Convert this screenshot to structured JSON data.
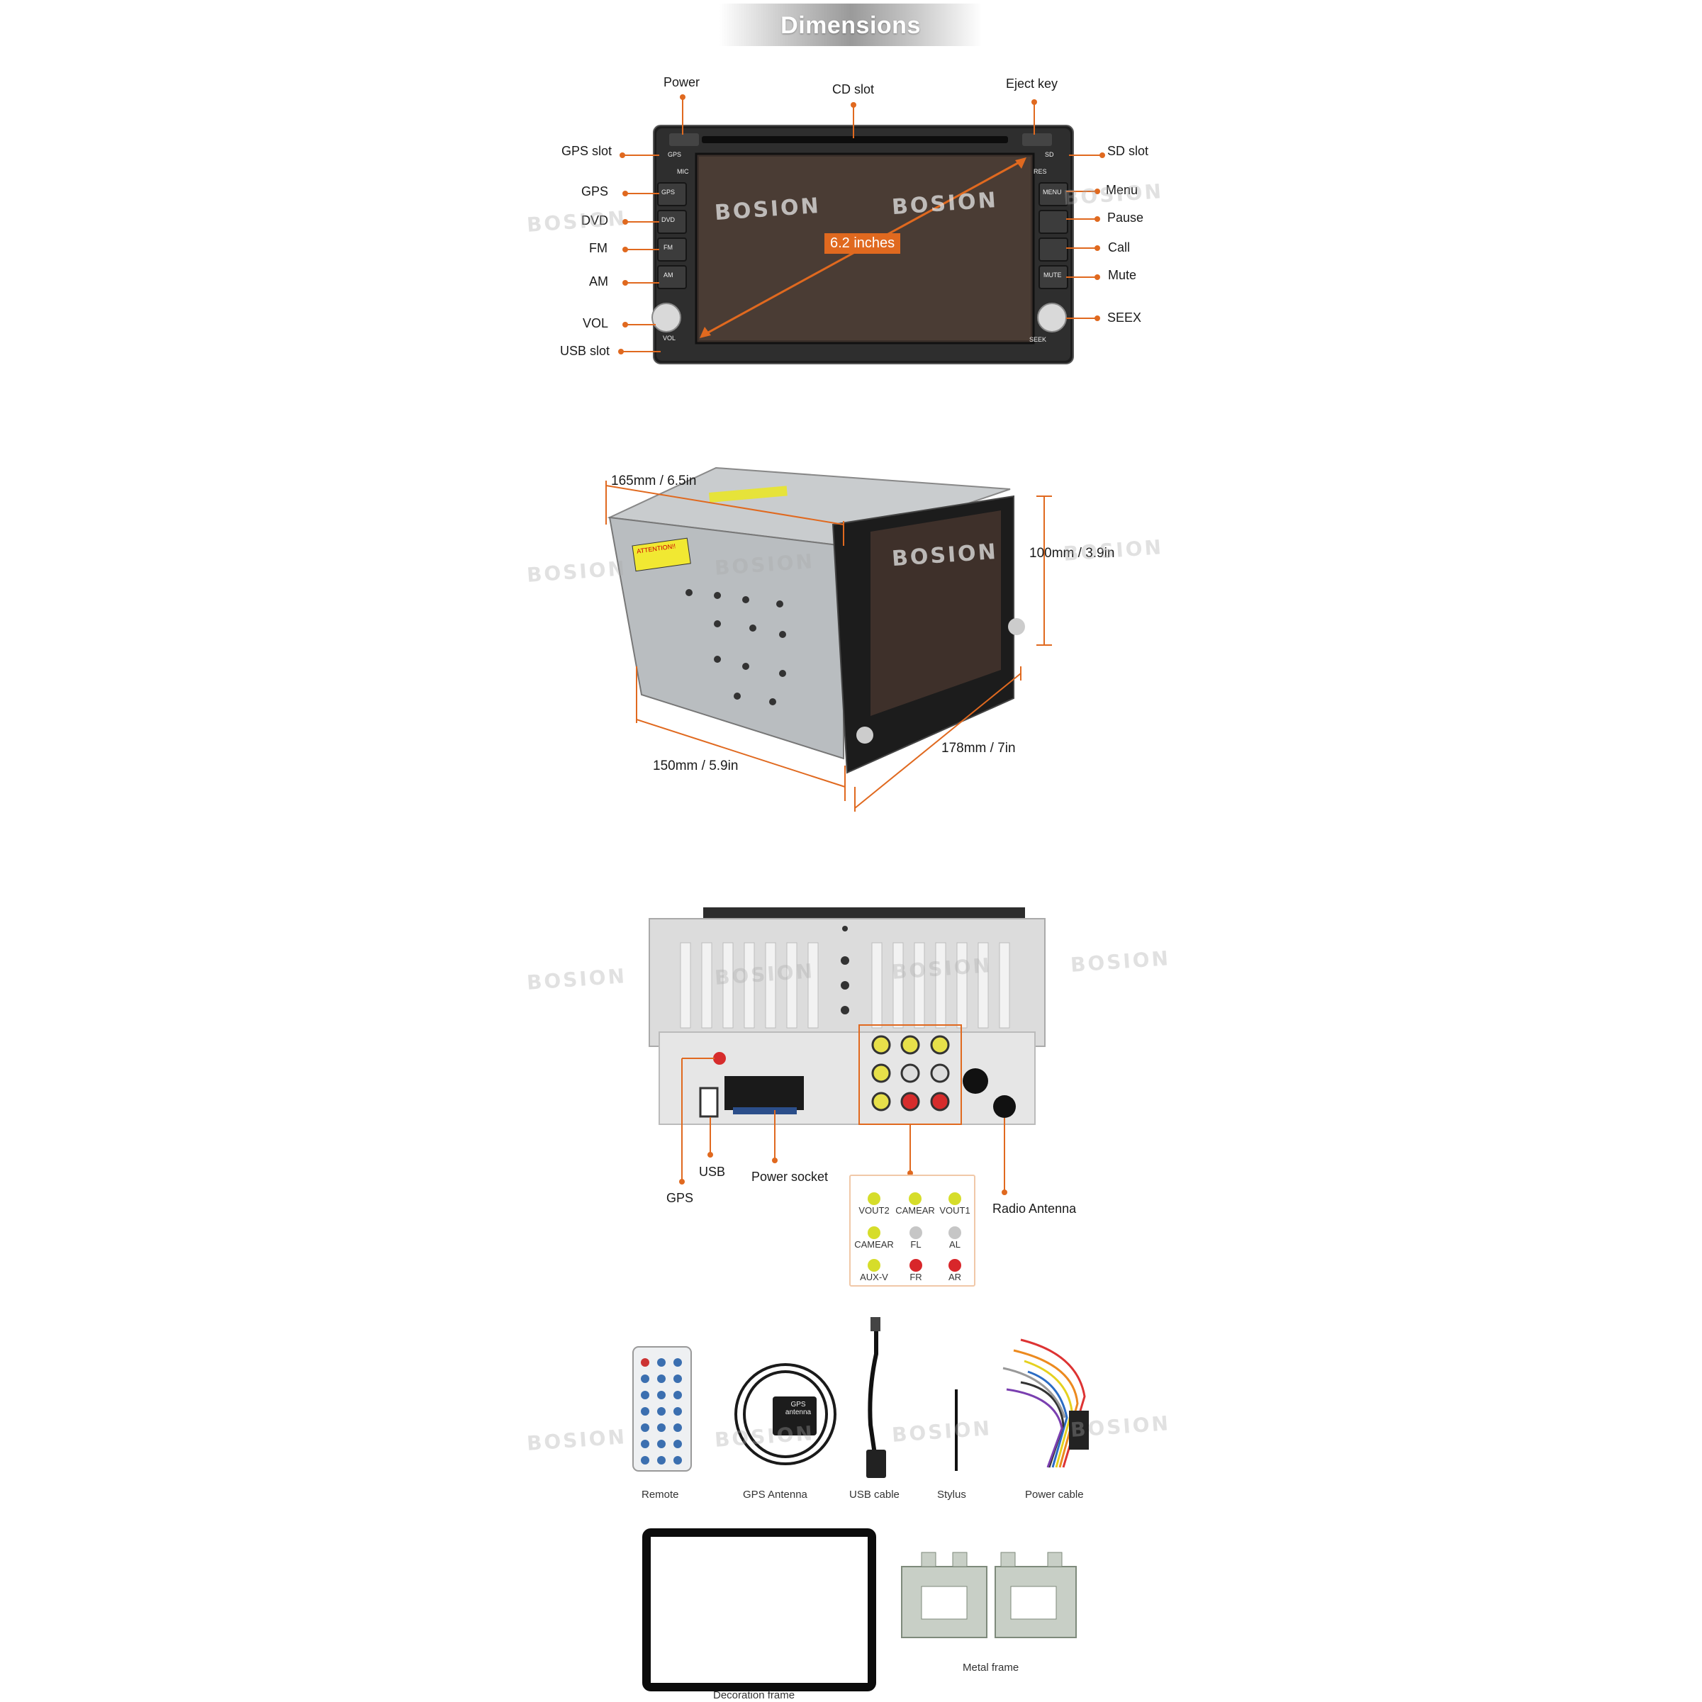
{
  "header": {
    "title": "Dimensions"
  },
  "front_panel": {
    "callouts": {
      "power": "Power",
      "cd_slot": "CD slot",
      "eject_key": "Eject key",
      "gps_slot": "GPS slot",
      "sd_slot": "SD slot",
      "gps": "GPS",
      "dvd": "DVD",
      "fm": "FM",
      "am": "AM",
      "vol": "VOL",
      "usb_slot": "USB slot",
      "menu": "Menu",
      "pause": "Pause",
      "call": "Call",
      "mute": "Mute",
      "seex": "SEEX"
    },
    "screen_size": "6.2 inches",
    "brand": "BOSION",
    "buttons": {
      "gps": "GPS",
      "dvd": "DVD",
      "fm": "FM",
      "am": "AM",
      "menu": "MENU",
      "mute": "MUTE",
      "vol": "VOL",
      "seek": "SEEK",
      "sd": "SD",
      "res": "RES",
      "mic": "MIC",
      "gps_small": "GPS"
    }
  },
  "unit_dimensions": {
    "depth": "165mm / 6.5in",
    "height": "100mm / 3.9in",
    "width_front": "178mm / 7in",
    "width_back": "150mm / 5.9in",
    "attention": "ATTENTION!!"
  },
  "rear_panel": {
    "labels": {
      "gps": "GPS",
      "usb": "USB",
      "power_socket": "Power socket",
      "radio_antenna": "Radio Antenna"
    },
    "rca_legend": [
      {
        "label": "VOUT2",
        "color": "#d6dd2a"
      },
      {
        "label": "CAMEAR",
        "color": "#d6dd2a"
      },
      {
        "label": "VOUT1",
        "color": "#d6dd2a"
      },
      {
        "label": "CAMEAR",
        "color": "#d6dd2a"
      },
      {
        "label": "FL",
        "color": "#c6c6c6"
      },
      {
        "label": "AL",
        "color": "#c6c6c6"
      },
      {
        "label": "AUX-V",
        "color": "#d6dd2a"
      },
      {
        "label": "FR",
        "color": "#d8262a"
      },
      {
        "label": "AR",
        "color": "#d8262a"
      }
    ]
  },
  "accessories": {
    "remote": "Remote",
    "gps_antenna": "GPS Antenna",
    "gps_antenna_tag": "GPS antenna",
    "usb_cable": "USB cable",
    "stylus": "Stylus",
    "power_cable": "Power cable",
    "decoration_frame": "Decoration frame",
    "metal_frame": "Metal frame"
  },
  "watermark": "BOSION",
  "colors": {
    "accent": "#e0691f",
    "panel": "#2a2a2a"
  }
}
